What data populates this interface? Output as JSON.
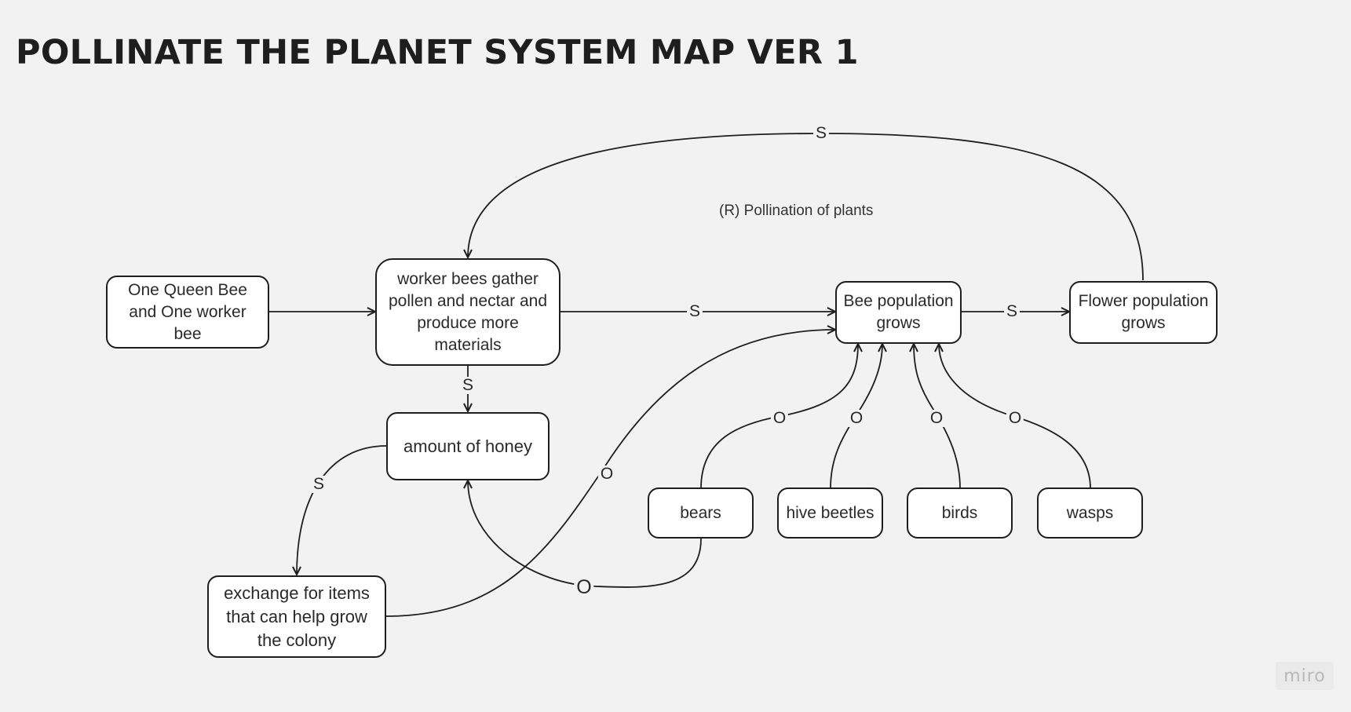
{
  "title": "POLLINATE THE PLANET SYSTEM MAP VER 1",
  "loop_label": "(R) Pollination of plants",
  "nodes": {
    "queen": "One Queen Bee and One worker bee",
    "worker": "worker bees gather pollen and nectar and produce more materials",
    "honey": "amount of honey",
    "exchange": "exchange for items that can help grow the colony",
    "bee_pop": "Bee population grows",
    "flower_pop": "Flower population grows",
    "bears": "bears",
    "hive_beetles": "hive beetles",
    "birds": "birds",
    "wasps": "wasps"
  },
  "edges": {
    "flower_to_worker": "S",
    "worker_to_bee": "S",
    "worker_to_honey": "S",
    "honey_to_exchange": "S",
    "bee_to_flower": "S",
    "exchange_to_bee": "O",
    "bears_to_bee": "O",
    "beetles_to_bee": "O",
    "birds_to_bee": "O",
    "wasps_to_bee": "O",
    "bears_to_honey": "O"
  },
  "watermark": "miro"
}
